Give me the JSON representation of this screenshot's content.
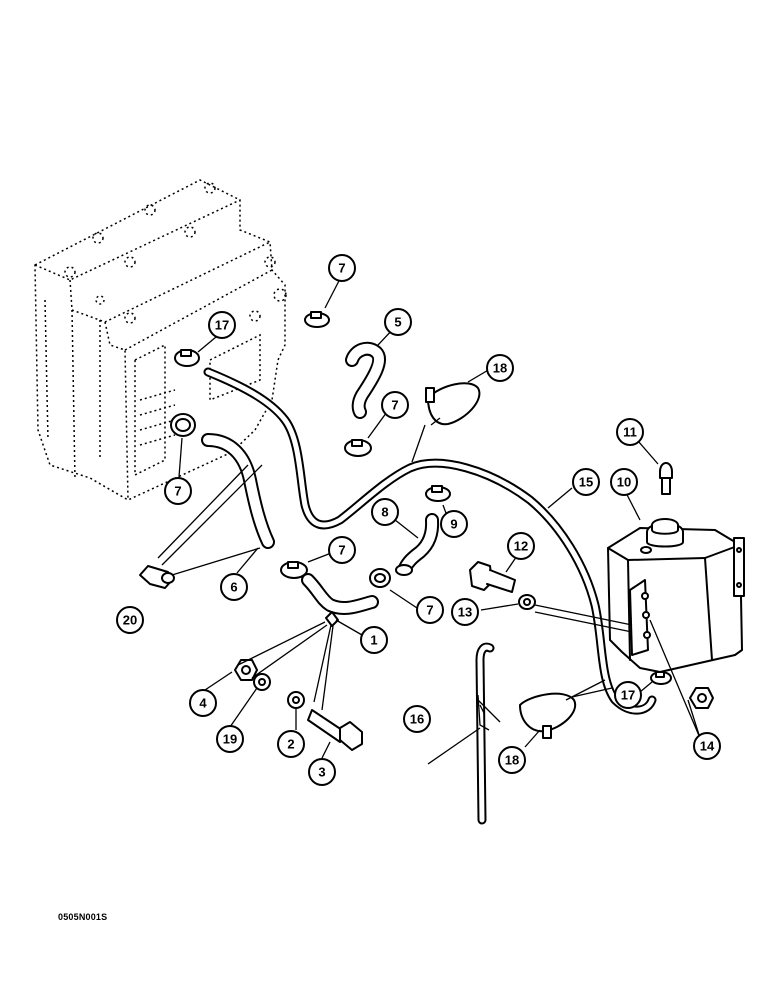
{
  "drawing_code": "0505N001S",
  "callouts": {
    "c1": "1",
    "c2": "2",
    "c3": "3",
    "c4": "4",
    "c5": "5",
    "c6": "6",
    "c7a": "7",
    "c7b": "7",
    "c7c": "7",
    "c7d": "7",
    "c7e": "7",
    "c8": "8",
    "c9": "9",
    "c10": "10",
    "c11": "11",
    "c12": "12",
    "c13": "13",
    "c14": "14",
    "c15": "15",
    "c16": "16",
    "c17a": "17",
    "c17b": "17",
    "c18a": "18",
    "c18b": "18",
    "c19": "19",
    "c20": "20"
  }
}
